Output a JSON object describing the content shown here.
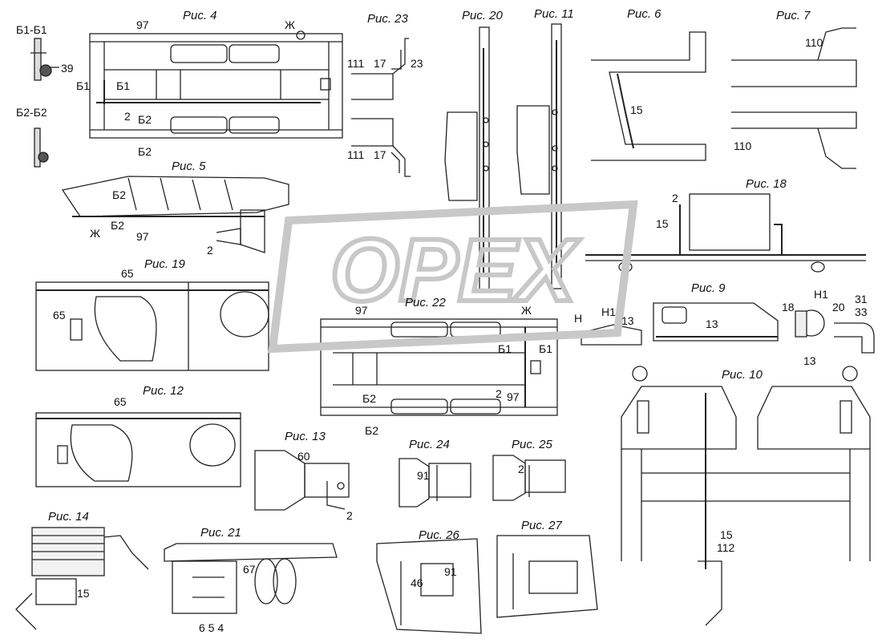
{
  "figures": {
    "fig4": {
      "title": "Рис. 4",
      "labels": {
        "97": "97",
        "zh": "Ж",
        "b1a": "Б1",
        "b1b": "Б1",
        "n2": "2",
        "b2a": "Б2",
        "b2b": "Б2"
      }
    },
    "fig5": {
      "title": "Рис. 5",
      "labels": {
        "b2a": "Б2",
        "b2b": "Б2",
        "zh": "Ж",
        "97": "97",
        "n2": "2"
      }
    },
    "fig23": {
      "title": "Рис. 23",
      "labels": {
        "111a": "111",
        "17a": "17",
        "23": "23",
        "111b": "111",
        "17b": "17"
      }
    },
    "fig20": {
      "title": "Рис. 20"
    },
    "fig11": {
      "title": "Рис. 11"
    },
    "fig6": {
      "title": "Рис. 6",
      "labels": {
        "15": "15"
      }
    },
    "fig7": {
      "title": "Рис. 7",
      "labels": {
        "110a": "110",
        "110b": "110"
      }
    },
    "fig18": {
      "title": "Рис. 18",
      "labels": {
        "n2": "2",
        "15": "15"
      }
    },
    "fig19": {
      "title": "Рис. 19",
      "labels": {
        "65a": "65",
        "65b": "65"
      }
    },
    "fig22": {
      "title": "Рис. 22",
      "labels": {
        "97a": "97",
        "zh": "Ж",
        "b1a": "Б1",
        "b1b": "Б1",
        "b2a": "Б2",
        "b2b": "Б2",
        "n2": "2",
        "97b": "97"
      }
    },
    "fig9": {
      "title": "Рис. 9",
      "labels": {
        "n": "Н",
        "n1": "Н1",
        "13a": "13",
        "13b": "13"
      }
    },
    "figH1": {
      "labels": {
        "h1": "Н1",
        "18": "18",
        "20": "20",
        "31": "31",
        "33": "33",
        "13": "13"
      }
    },
    "fig12": {
      "title": "Рис. 12",
      "labels": {
        "65": "65"
      }
    },
    "fig10": {
      "title": "Рис. 10",
      "labels": {
        "15": "15",
        "112": "112"
      }
    },
    "fig13": {
      "title": "Рис. 13",
      "labels": {
        "60": "60",
        "n2": "2"
      }
    },
    "fig24": {
      "title": "Рис. 24",
      "labels": {
        "91": "91"
      }
    },
    "fig25": {
      "title": "Рис. 25",
      "labels": {
        "n2": "2"
      }
    },
    "fig14": {
      "title": "Рис. 14",
      "labels": {
        "15": "15"
      }
    },
    "fig21": {
      "title": "Рис. 21",
      "labels": {
        "67": "67",
        "nums": "6 5 4"
      }
    },
    "fig26": {
      "title": "Рис. 26",
      "labels": {
        "91": "91",
        "46": "46"
      }
    },
    "fig27": {
      "title": "Рис. 27"
    }
  },
  "sections": {
    "b1": {
      "title": "Б1-Б1",
      "label": "39"
    },
    "b2": {
      "title": "Б2-Б2"
    }
  },
  "watermark": "OPEX"
}
